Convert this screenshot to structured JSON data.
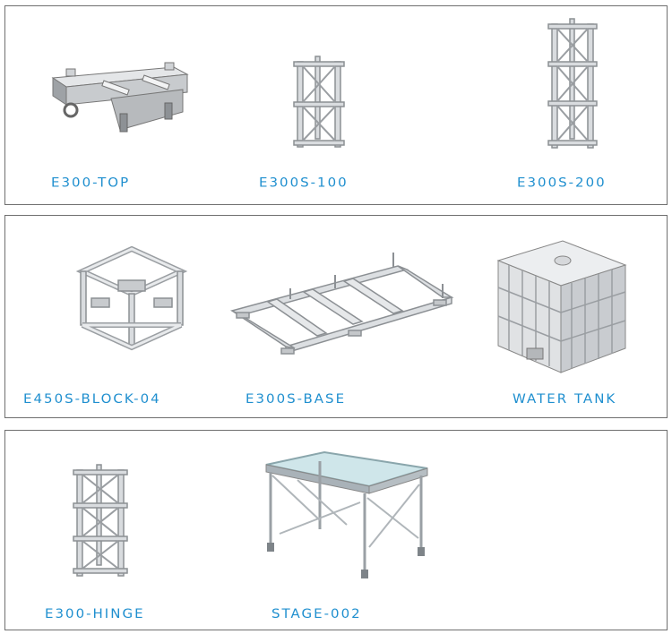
{
  "accent_color": "#1f8fcf",
  "panels": [
    {
      "items": [
        {
          "label": "E300-TOP",
          "icon": "truss-top-icon"
        },
        {
          "label": "E300S-100",
          "icon": "truss-section-short-icon"
        },
        {
          "label": "E300S-200",
          "icon": "truss-section-tall-icon"
        }
      ]
    },
    {
      "items": [
        {
          "label": "E450S-BLOCK-04",
          "icon": "truss-block-icon"
        },
        {
          "label": "E300S-BASE",
          "icon": "truss-base-icon"
        },
        {
          "label": "WATER TANK",
          "icon": "water-tank-icon"
        }
      ]
    },
    {
      "items": [
        {
          "label": "E300-HINGE",
          "icon": "truss-hinge-icon"
        },
        {
          "label": "STAGE-002",
          "icon": "stage-platform-icon"
        }
      ]
    }
  ]
}
